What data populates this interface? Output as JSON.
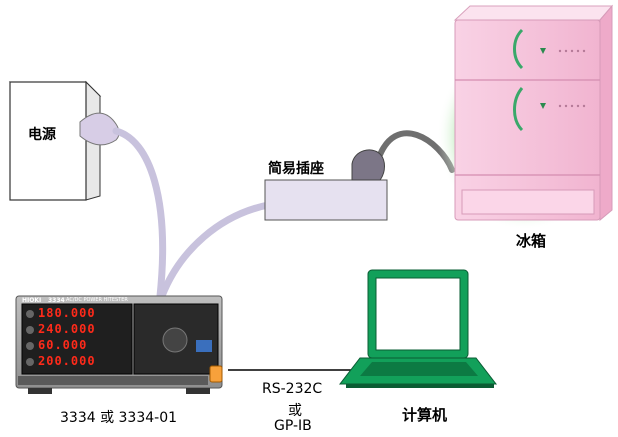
{
  "labels": {
    "power_source": "电源",
    "power_strip": "简易插座",
    "fridge": "冰箱",
    "computer": "计算机",
    "meter_model": "3334 或 3334-01",
    "interface_line1": "RS-232C",
    "interface_line2": "或",
    "interface_line3": "GP-IB"
  },
  "meter": {
    "brand": "HIOKI",
    "model": "3334",
    "subtitle": "AC/DC POWER HITESTER",
    "readouts": [
      "180.000",
      "240.000",
      "60.000",
      "200.000"
    ]
  },
  "colors": {
    "cable": "#c8c2dd",
    "fridge": "#f6c3dc",
    "fridge_glow": "#aee3a8",
    "power_strip": "#e5e0f0",
    "laptop_body": "#12a05a",
    "laptop_screen": "#ffffff",
    "meter_body": "#2a2a2a",
    "meter_display": "#ff2a1a",
    "plug": "#7c7687"
  }
}
